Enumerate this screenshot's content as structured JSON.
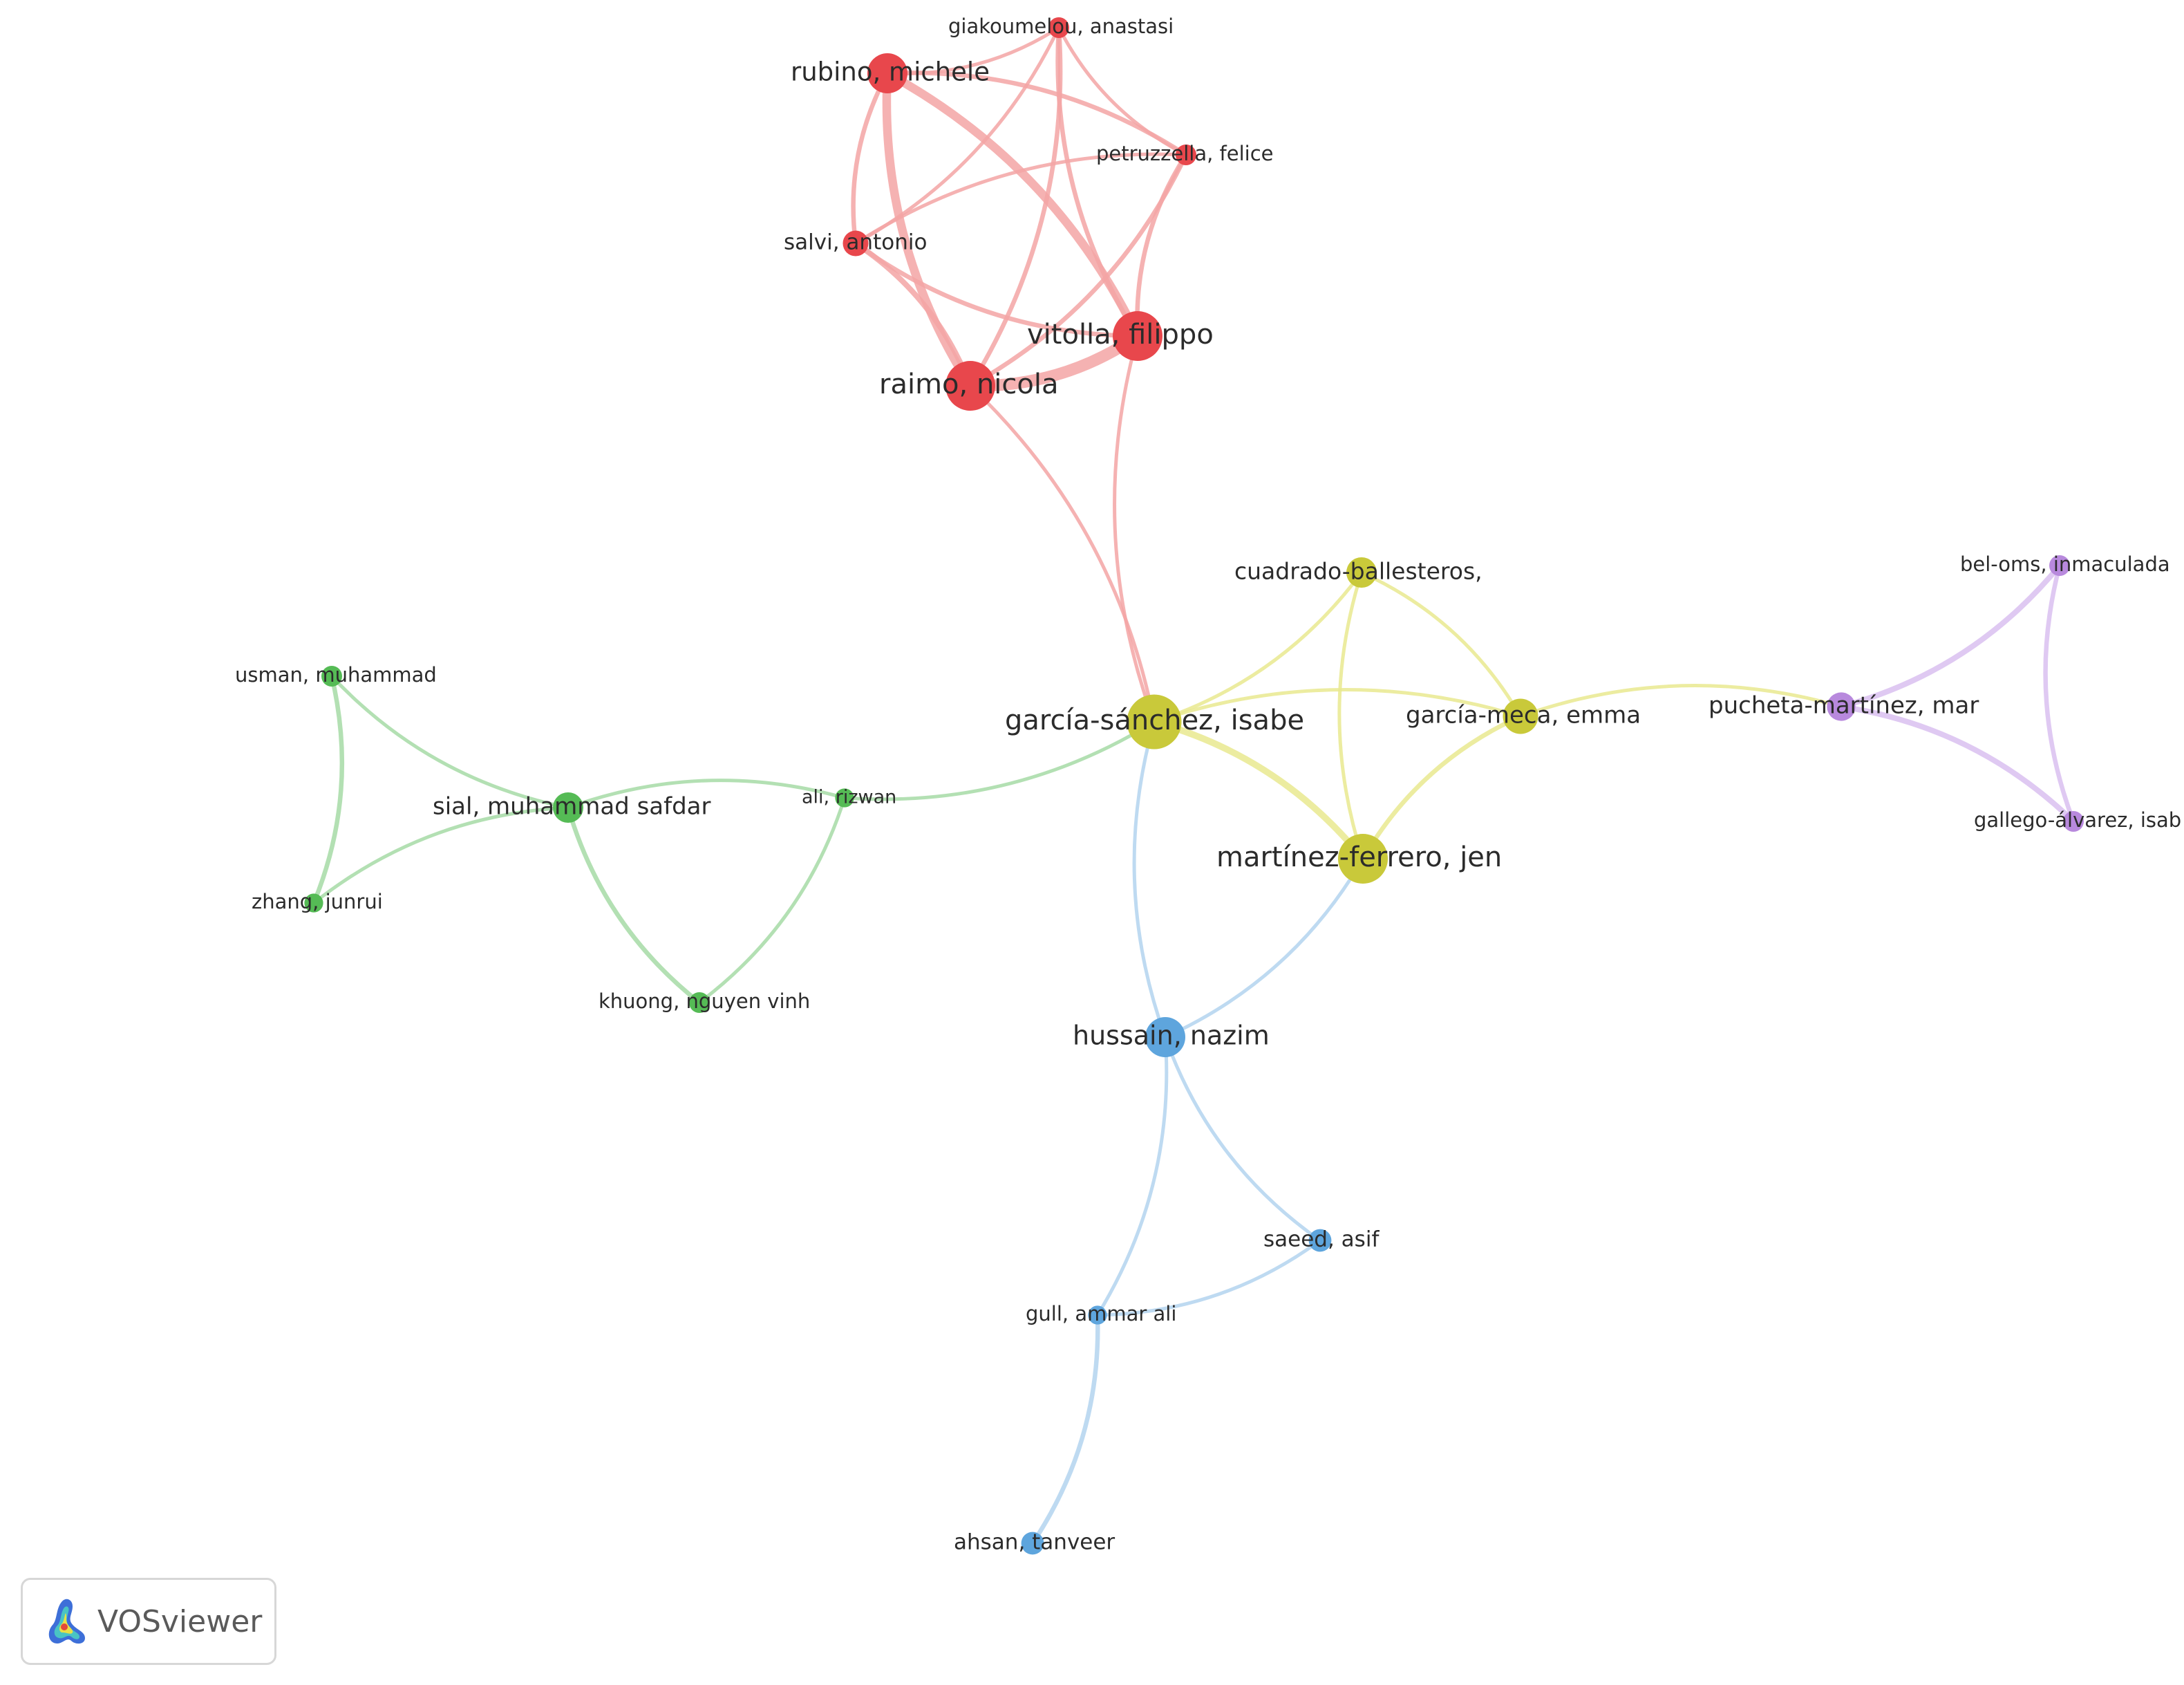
{
  "app": {
    "logo_label": "VOSviewer"
  },
  "cluster_colors": {
    "red": "#e8474c",
    "yellow": "#c9c93a",
    "green": "#55bb55",
    "blue": "#5ea5dd",
    "purple": "#b889dd"
  },
  "edge_colors": {
    "red": "#f3a4a4",
    "yellow": "#e9e98f",
    "green": "#a6dba6",
    "blue": "#b3d3ef",
    "purple": "#d9bff0"
  },
  "nodes": [
    {
      "id": "giakoumelou",
      "label": "giakoumelou, anastasi",
      "cluster": "red",
      "weight": 1
    },
    {
      "id": "rubino",
      "label": "rubino, michele",
      "cluster": "red",
      "weight": 3
    },
    {
      "id": "petruzzella",
      "label": "petruzzella, felice",
      "cluster": "red",
      "weight": 1
    },
    {
      "id": "salvi",
      "label": "salvi, antonio",
      "cluster": "red",
      "weight": 1.5
    },
    {
      "id": "vitolla",
      "label": "vitolla, filippo",
      "cluster": "red",
      "weight": 4
    },
    {
      "id": "raimo",
      "label": "raimo, nicola",
      "cluster": "red",
      "weight": 4
    },
    {
      "id": "cuadrado",
      "label": "cuadrado-ballesteros,",
      "cluster": "yellow",
      "weight": 2
    },
    {
      "id": "garcia-sanchez",
      "label": "garcía-sánchez, isabe",
      "cluster": "yellow",
      "weight": 4.5
    },
    {
      "id": "garcia-meca",
      "label": "garcía-meca, emma",
      "cluster": "yellow",
      "weight": 2.5
    },
    {
      "id": "martinez-ferrero",
      "label": "martínez-ferrero, jen",
      "cluster": "yellow",
      "weight": 4
    },
    {
      "id": "bel-oms",
      "label": "bel-oms, inmaculada",
      "cluster": "purple",
      "weight": 1
    },
    {
      "id": "pucheta",
      "label": "pucheta-martínez, mar",
      "cluster": "purple",
      "weight": 1.8
    },
    {
      "id": "gallego",
      "label": "gallego-álvarez, isab",
      "cluster": "purple",
      "weight": 1
    },
    {
      "id": "usman",
      "label": "usman, muhammad",
      "cluster": "green",
      "weight": 1
    },
    {
      "id": "sial",
      "label": "sial, muhammad safdar",
      "cluster": "green",
      "weight": 2
    },
    {
      "id": "ali",
      "label": "ali, rizwan",
      "cluster": "green",
      "weight": 0.8
    },
    {
      "id": "zhang",
      "label": "zhang, junrui",
      "cluster": "green",
      "weight": 0.8
    },
    {
      "id": "khuong",
      "label": "khuong, nguyen vinh",
      "cluster": "green",
      "weight": 1
    },
    {
      "id": "hussain",
      "label": "hussain, nazim",
      "cluster": "blue",
      "weight": 3
    },
    {
      "id": "saeed",
      "label": "saeed, asif",
      "cluster": "blue",
      "weight": 1.2
    },
    {
      "id": "gull",
      "label": "gull, ammar ali",
      "cluster": "blue",
      "weight": 0.8
    },
    {
      "id": "ahsan",
      "label": "ahsan, tanveer",
      "cluster": "blue",
      "weight": 1.2
    }
  ],
  "edges": [
    {
      "source": "raimo",
      "target": "vitolla",
      "strength": 5,
      "cluster": "red"
    },
    {
      "source": "rubino",
      "target": "vitolla",
      "strength": 3.5,
      "cluster": "red"
    },
    {
      "source": "rubino",
      "target": "raimo",
      "strength": 3.5,
      "cluster": "red"
    },
    {
      "source": "salvi",
      "target": "raimo",
      "strength": 2,
      "cluster": "red"
    },
    {
      "source": "salvi",
      "target": "vitolla",
      "strength": 1.5,
      "cluster": "red"
    },
    {
      "source": "salvi",
      "target": "rubino",
      "strength": 1.5,
      "cluster": "red"
    },
    {
      "source": "salvi",
      "target": "giakoumelou",
      "strength": 1,
      "cluster": "red"
    },
    {
      "source": "salvi",
      "target": "petruzzella",
      "strength": 1,
      "cluster": "red"
    },
    {
      "source": "rubino",
      "target": "giakoumelou",
      "strength": 1,
      "cluster": "red"
    },
    {
      "source": "rubino",
      "target": "petruzzella",
      "strength": 1.5,
      "cluster": "red"
    },
    {
      "source": "giakoumelou",
      "target": "petruzzella",
      "strength": 1,
      "cluster": "red"
    },
    {
      "source": "giakoumelou",
      "target": "raimo",
      "strength": 1.5,
      "cluster": "red"
    },
    {
      "source": "giakoumelou",
      "target": "vitolla",
      "strength": 1.5,
      "cluster": "red"
    },
    {
      "source": "petruzzella",
      "target": "raimo",
      "strength": 1.5,
      "cluster": "red"
    },
    {
      "source": "petruzzella",
      "target": "vitolla",
      "strength": 1.5,
      "cluster": "red"
    },
    {
      "source": "raimo",
      "target": "garcia-sanchez",
      "strength": 1,
      "cluster": "red"
    },
    {
      "source": "vitolla",
      "target": "garcia-sanchez",
      "strength": 1,
      "cluster": "red"
    },
    {
      "source": "garcia-sanchez",
      "target": "martinez-ferrero",
      "strength": 2.5,
      "cluster": "yellow"
    },
    {
      "source": "garcia-sanchez",
      "target": "cuadrado",
      "strength": 1,
      "cluster": "yellow"
    },
    {
      "source": "garcia-sanchez",
      "target": "garcia-meca",
      "strength": 1,
      "cluster": "yellow"
    },
    {
      "source": "cuadrado",
      "target": "martinez-ferrero",
      "strength": 1,
      "cluster": "yellow"
    },
    {
      "source": "cuadrado",
      "target": "garcia-meca",
      "strength": 1,
      "cluster": "yellow"
    },
    {
      "source": "garcia-meca",
      "target": "martinez-ferrero",
      "strength": 1.5,
      "cluster": "yellow"
    },
    {
      "source": "garcia-meca",
      "target": "pucheta",
      "strength": 1,
      "cluster": "yellow"
    },
    {
      "source": "pucheta",
      "target": "bel-oms",
      "strength": 2,
      "cluster": "purple"
    },
    {
      "source": "pucheta",
      "target": "gallego",
      "strength": 2,
      "cluster": "purple"
    },
    {
      "source": "bel-oms",
      "target": "gallego",
      "strength": 1.5,
      "cluster": "purple"
    },
    {
      "source": "garcia-sanchez",
      "target": "ali",
      "strength": 1,
      "cluster": "green"
    },
    {
      "source": "ali",
      "target": "sial",
      "strength": 1,
      "cluster": "green"
    },
    {
      "source": "ali",
      "target": "khuong",
      "strength": 1,
      "cluster": "green"
    },
    {
      "source": "sial",
      "target": "khuong",
      "strength": 1.5,
      "cluster": "green"
    },
    {
      "source": "sial",
      "target": "usman",
      "strength": 1,
      "cluster": "green"
    },
    {
      "source": "sial",
      "target": "zhang",
      "strength": 1,
      "cluster": "green"
    },
    {
      "source": "usman",
      "target": "zhang",
      "strength": 1.5,
      "cluster": "green"
    },
    {
      "source": "garcia-sanchez",
      "target": "hussain",
      "strength": 1,
      "cluster": "blue"
    },
    {
      "source": "martinez-ferrero",
      "target": "hussain",
      "strength": 1,
      "cluster": "blue"
    },
    {
      "source": "hussain",
      "target": "saeed",
      "strength": 1,
      "cluster": "blue"
    },
    {
      "source": "hussain",
      "target": "gull",
      "strength": 1,
      "cluster": "blue"
    },
    {
      "source": "gull",
      "target": "saeed",
      "strength": 1,
      "cluster": "blue"
    },
    {
      "source": "gull",
      "target": "ahsan",
      "strength": 1.5,
      "cluster": "blue"
    }
  ]
}
